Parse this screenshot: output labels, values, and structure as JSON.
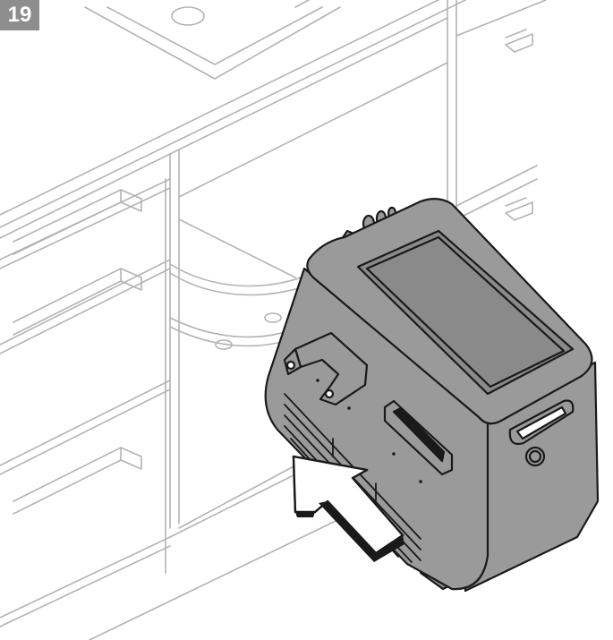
{
  "step": {
    "number": "19"
  },
  "colors": {
    "badge_bg": "#8e8e8e",
    "badge_text": "#ffffff",
    "cabinet_line": "#b3b3b3",
    "device_body": "#9a9a9a",
    "device_top": "#8a8a8a",
    "device_outline": "#1a1a1a",
    "arrow_fill": "#ffffff"
  },
  "illustration": {
    "scene": "kitchen-cabinet",
    "device": "water-appliance",
    "arrow": "push-arrow"
  }
}
